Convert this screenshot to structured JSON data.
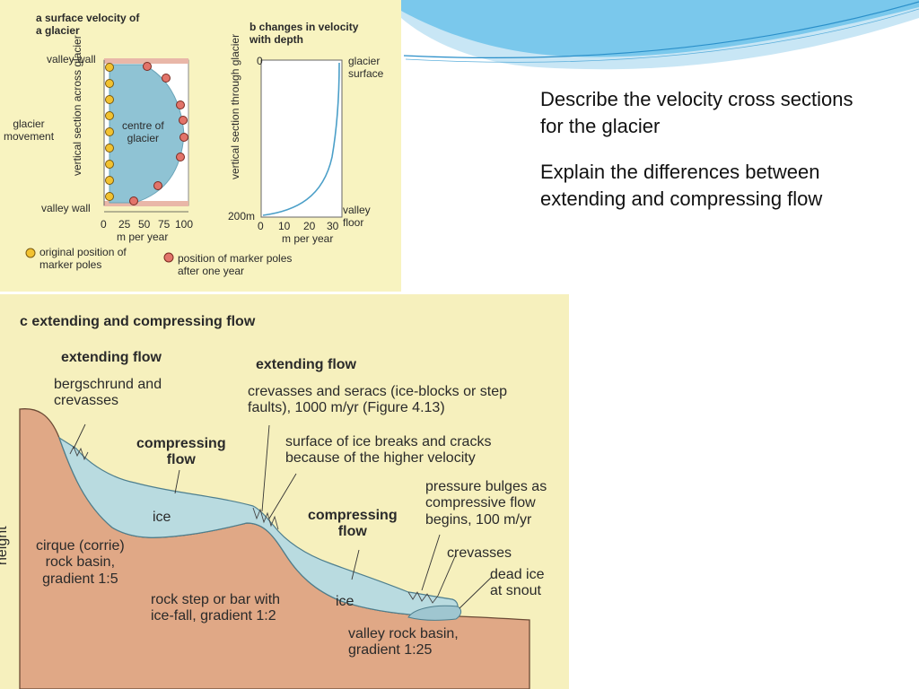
{
  "panel_a": {
    "title": "a  surface velocity of\n    a glacier",
    "valley_wall_top": "valley wall",
    "valley_wall_bottom": "valley wall",
    "glacier_movement": "glacier\nmovement",
    "vertical_section_across": "vertical section\nacross glacier",
    "centre": "centre of\nglacier",
    "axis_ticks": [
      "0",
      "25",
      "50",
      "75",
      "100"
    ],
    "axis_unit": "m per year",
    "legend_original": "original position of\nmarker poles",
    "legend_after": "position of marker poles\nafter one year"
  },
  "panel_b": {
    "title": "b  changes in velocity\n    with depth",
    "y_top": "0",
    "y_bottom": "200m",
    "vertical_section_through": "vertical section\nthrough glacier",
    "glacier_surface": "glacier\nsurface",
    "valley_floor": "valley\nfloor",
    "axis_ticks": [
      "0",
      "10",
      "20",
      "30"
    ],
    "axis_unit": "m per year"
  },
  "panel_c": {
    "title": "c  extending and compressing flow",
    "extending_flow_1": "extending flow",
    "bergschrund": "bergschrund and\ncrevasses",
    "extending_flow_2": "extending flow",
    "crevasses_seracs": "crevasses and seracs (ice-blocks or step\nfaults), 1000 m/yr (Figure 4.13)",
    "compressing_flow_1": "compressing\nflow",
    "surface_breaks": "surface of ice breaks and cracks\nbecause of the higher velocity",
    "pressure_bulges": "pressure bulges as\ncompressive flow\nbegins, 100 m/yr",
    "ice_1": "ice",
    "compressing_flow_2": "compressing\nflow",
    "crevasses": "crevasses",
    "dead_ice": "dead ice\nat snout",
    "cirque": "cirque (corrie)\nrock basin,\ngradient 1:5",
    "ice_2": "ice",
    "rock_step": "rock step or bar with\nice-fall, gradient 1:2",
    "valley_basin": "valley rock basin,\ngradient 1:25",
    "height": "height"
  },
  "slide": {
    "line1": "Describe the velocity cross sections for the glacier",
    "line2": "Explain the differences between extending and compressing flow"
  },
  "colors": {
    "paper": "#f8f3c0",
    "ice": "#b9dbe0",
    "rock": "#e0a886",
    "marker_original": "#f2c230",
    "marker_after": "#e2746a"
  }
}
